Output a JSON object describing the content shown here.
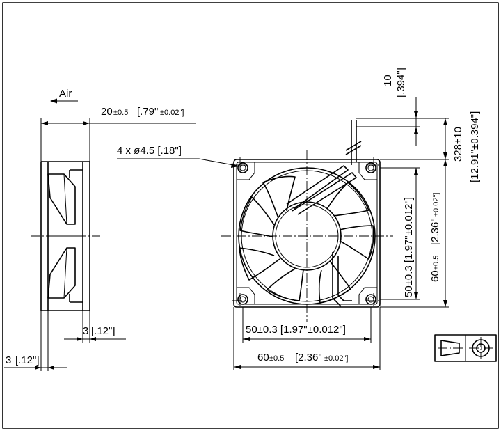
{
  "labels": {
    "air": "Air",
    "depth_dim": "20",
    "depth_tol": "±0.5",
    "depth_in": "[.79\"",
    "depth_in_tol": "±0.02\"]",
    "holes": "4 x ø4.5 [.18\"]",
    "lead_strip": "10",
    "lead_strip_in": "[.394\"]",
    "lead_len": "328±10",
    "lead_len_in": "[12.91\"±0.394\"]",
    "mount_v": "50±0.3 [1.97\"±0.012\"]",
    "size_v": "60",
    "size_v_tol": "±0.5",
    "size_v_in": "[2.36\"",
    "size_v_in_tol": "±0.02\"]",
    "mount_h": "50±0.3 [1.97\"±0.012\"]",
    "size_h": "60",
    "size_h_tol": "±0.5",
    "size_h_in": "[2.36\"",
    "size_h_in_tol": "±0.02\"]",
    "flange_top": "3",
    "flange_top_in": "[.12\"]",
    "flange_bot": "3",
    "flange_bot_in": "[.12\"]"
  },
  "icons": {
    "projection_symbol": "third-angle-projection-icon"
  }
}
